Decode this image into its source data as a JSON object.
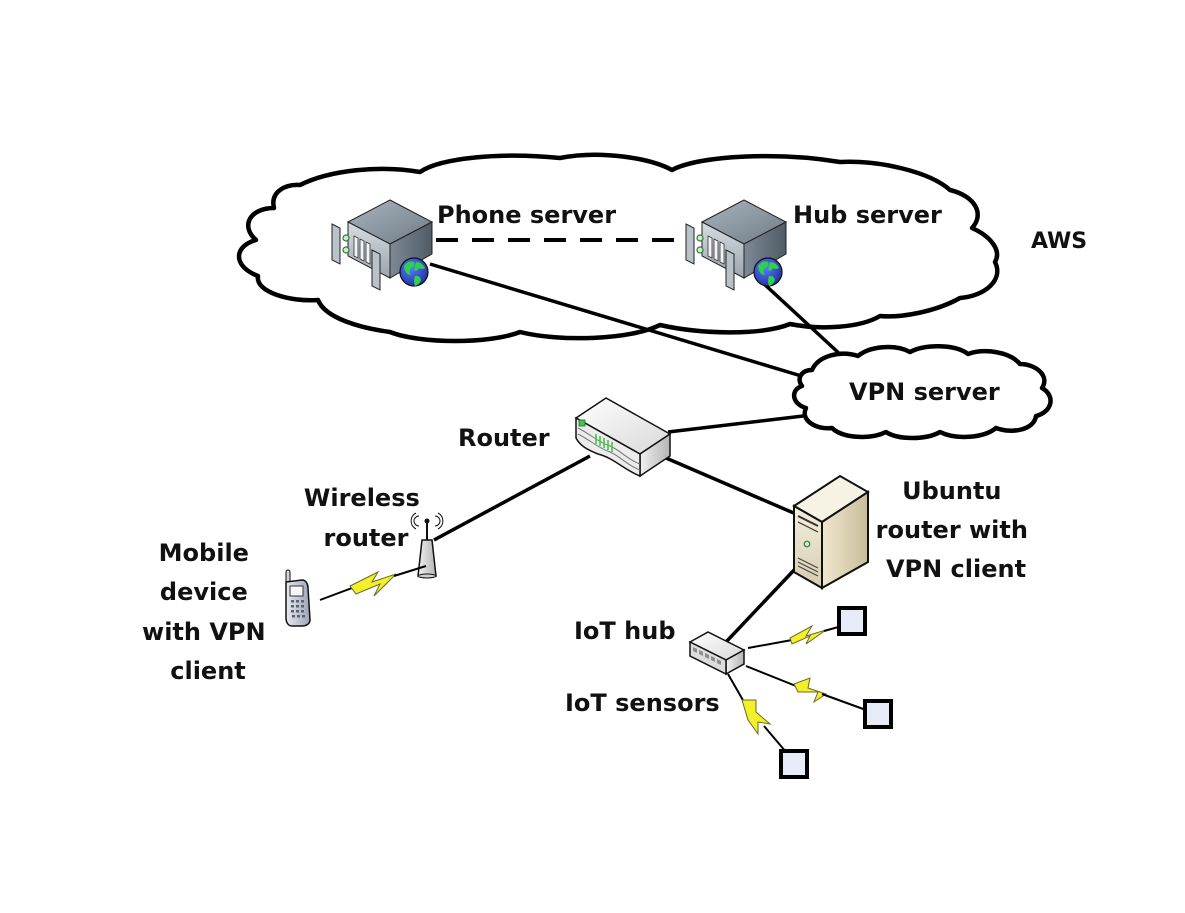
{
  "diagram": {
    "title": "IoT VPN network architecture",
    "groups": {
      "aws": {
        "label": "AWS"
      }
    },
    "nodes": {
      "phone_server": {
        "label": "Phone server",
        "icon": "web-server-icon"
      },
      "hub_server": {
        "label": "Hub server",
        "icon": "web-server-icon"
      },
      "vpn_server": {
        "label": "VPN server",
        "icon": "cloud-icon"
      },
      "router": {
        "label": "Router",
        "icon": "router-icon"
      },
      "wireless_router": {
        "label_lines": [
          "Wireless",
          "router"
        ],
        "icon": "wireless-access-point-icon"
      },
      "mobile_device": {
        "label_lines": [
          "Mobile",
          "device",
          "with VPN",
          "client"
        ],
        "icon": "mobile-phone-icon"
      },
      "ubuntu_router": {
        "label_lines": [
          "Ubuntu",
          "router with",
          "VPN client"
        ],
        "icon": "tower-pc-icon"
      },
      "iot_hub": {
        "label": "IoT hub",
        "icon": "network-hub-icon"
      },
      "iot_sensors": {
        "label": "IoT sensors",
        "icon": "sensor-square-icon",
        "count": 3
      }
    },
    "links": [
      {
        "from": "phone_server",
        "to": "hub_server",
        "style": "dashed"
      },
      {
        "from": "phone_server",
        "to": "vpn_server",
        "style": "solid"
      },
      {
        "from": "hub_server",
        "to": "vpn_server",
        "style": "solid"
      },
      {
        "from": "router",
        "to": "vpn_server",
        "style": "solid"
      },
      {
        "from": "router",
        "to": "wireless_router",
        "style": "solid"
      },
      {
        "from": "router",
        "to": "ubuntu_router",
        "style": "solid"
      },
      {
        "from": "wireless_router",
        "to": "mobile_device",
        "style": "wireless"
      },
      {
        "from": "ubuntu_router",
        "to": "iot_hub",
        "style": "solid"
      },
      {
        "from": "iot_hub",
        "to": "iot_sensors.0",
        "style": "wireless"
      },
      {
        "from": "iot_hub",
        "to": "iot_sensors.1",
        "style": "wireless"
      },
      {
        "from": "iot_hub",
        "to": "iot_sensors.2",
        "style": "wireless"
      }
    ],
    "colors": {
      "lightning": "#f3ef2a",
      "sensor_fill": "#e6ebf7",
      "globe_land": "#2fd04a",
      "globe_ocean": "#2a4fd6",
      "server_body": "#8e9ba6",
      "pc_body": "#e8dfc6",
      "router_led": "#3fc84a"
    }
  }
}
